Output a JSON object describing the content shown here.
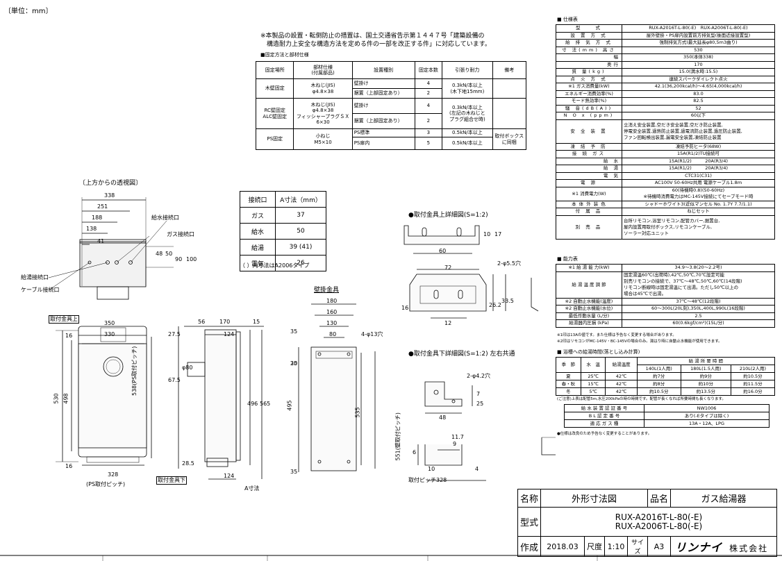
{
  "unit_label": "〔単位：mm〕",
  "notice": [
    "※本製品の設置・転倒防止の措置は、国土交通省告示第１４４７号「建築設備の",
    "構造耐力上安全な構造方法を定める件の一部を改正する件」に対応しています。"
  ],
  "fixing": {
    "heading": "■固定方法と部材仕様",
    "headers": [
      "固定場所",
      "部材仕様\n(付属部品)",
      "設置種別",
      "固定本数",
      "引張り耐力",
      "備考"
    ],
    "rows": [
      [
        "木壁固定",
        "木ねじ(JIS)\nφ4.8×38",
        "壁掛け",
        "4",
        "0.3kN/本以上\n(木下地15mm)",
        ""
      ],
      [
        "",
        "",
        "据置（上部固定あり）",
        "2",
        "",
        ""
      ],
      [
        "RC壁固定\nALC壁固定",
        "木ねじ(JIS)\nφ4.8×38\nフィッシャープラグＳＸ\n6×30",
        "壁掛け",
        "4",
        "0.3kN/本以上\n(左記の木ねじと\nプラグ組合せ時)",
        ""
      ],
      [
        "",
        "",
        "据置（上部固定あり）",
        "2",
        "",
        ""
      ],
      [
        "PS固定",
        "小ねじ\nM5×10",
        "PS標準",
        "3",
        "0.5kN/本以上",
        "取付ボックス\nに同梱"
      ],
      [
        "",
        "",
        "PS扉内",
        "5",
        "0.5kN/本以上",
        ""
      ]
    ]
  },
  "connection": {
    "headers": [
      "接続口",
      "A寸法（mm）"
    ],
    "rows": [
      [
        "ガス",
        "37"
      ],
      [
        "給水",
        "50"
      ],
      [
        "給湯",
        "39 (41)"
      ],
      [
        "電気",
        "26"
      ]
    ],
    "note": "（ ）内寸法はA2006タイプ"
  },
  "top_view": {
    "title": "〔上方からの透視図〕",
    "dims": [
      "338",
      "251",
      "188",
      "138",
      "41",
      "48",
      "50",
      "90",
      "100"
    ],
    "labels": [
      "給水接続口",
      "ガス接続口",
      "給湯接続口",
      "ケーブル接続口"
    ]
  },
  "front_view": {
    "label_top": "取付金具上",
    "label_bottom": "取付金具下",
    "pitch_label": "(PS取付ピッチ)",
    "dims": [
      "350",
      "330",
      "16",
      "530",
      "498",
      "538(PS取付ピッチ)",
      "16",
      "328",
      "56",
      "170",
      "15",
      "27.5",
      "124",
      "φ80",
      "67.5",
      "496",
      "565",
      "28.5",
      "124",
      "35",
      "35",
      "25",
      "495",
      "A寸法"
    ]
  },
  "bracket_view": {
    "title": "壁掛金具",
    "dims": [
      "180",
      "160",
      "130",
      "80",
      "4-φ13穴",
      "535",
      "551(壁取付ピッチ)",
      "30"
    ]
  },
  "upper_detail": {
    "title": "●取付金具上詳細図(S=1:2)",
    "dims": [
      "60",
      "10",
      "17",
      "2-φ5.5穴",
      "72",
      "26.2",
      "33.5",
      "16",
      "12"
    ]
  },
  "lower_detail": {
    "title": "●取付金具下詳細図(S=1:2) 左右共通",
    "dims": [
      "2-φ4.2穴",
      "7",
      "25",
      "48",
      "11.7",
      "9",
      "6",
      "10",
      "4",
      "取付ピッチ328"
    ]
  },
  "spec": {
    "heading": "■ 仕様表",
    "rows": [
      [
        "型　　式",
        "RUX-A2016T-L-80(-E)　RUX-A2006T-L-80(-E)"
      ],
      [
        "設 置 方 式",
        "屋外壁掛・PS扉内設置前方排気型(後面近接設置型)"
      ],
      [
        "給 排 気 方 式",
        "強制排気方式(最大延長φ80,5m3曲り)"
      ],
      [
        "寸 法(mm) 高さ",
        "530"
      ],
      [
        "幅",
        "350(本体338)"
      ],
      [
        "奥行",
        "170"
      ],
      [
        "質 量(kg)",
        "15.0(満水時:15.5)"
      ],
      [
        "点 火 方 式",
        "連続スパークダイレクト点火"
      ],
      [
        "※1 ガス消費量(kW)",
        "42.1(36,200kcal/h)〜4.65(4,000kcal/h)"
      ],
      [
        "エネルギー消費効率(%)",
        "83.0"
      ],
      [
        "モード熱効率(%)",
        "82.5"
      ],
      [
        "騒 音(dB(A))",
        "52"
      ],
      [
        "N O x (ppm)",
        "60以下"
      ],
      [
        "安 全 装 置",
        "立消え安全装置,空だき安全装置,空だき防止装置,\n停電安全装置,過熱防止装置,過電流防止装置,過圧防止装置,\nファン回転検出装置,漏電安全装置,凍結防止装置"
      ],
      [
        "凍 結 予 防",
        "凍結予防ヒータ(68W)"
      ],
      [
        "接 続 ガス",
        "15A(R1/2)TU接続可"
      ],
      [
        "給 水",
        "15A(R1/2)　　　20A(R3/4)"
      ],
      [
        "給 湯",
        "15A(R1/2)　　　20A(R3/4)"
      ],
      [
        "電 気",
        "CTC31(C31)"
      ],
      [
        "電 源",
        "AC100V 50-60Hz共用 電源ケーブル1.8m"
      ],
      [
        "※1 消費電力(W)",
        "60(待機時0.8)(50-60Hz)\n※待機時消費電力はMC-145V接続にてセーブモード時"
      ],
      [
        "本 体 外 装 色",
        "シャドーホワイト3(近似マンセル No. 1.7Y 7.7/1.1)"
      ],
      [
        "付 属 品",
        "ねじセット"
      ],
      [
        "別 売 品",
        "台所リモコン,浴室リモコン,配管カバー,据置台,\n屋内設置用取付ボックス,リモコンケーブル,\nソーラー対応ユニット"
      ]
    ]
  },
  "performance": {
    "heading": "■ 能力表",
    "rows": [
      [
        "※1 給 湯 能 力(kW)",
        "34.9〜3.8(20〜2.2号)"
      ],
      [
        "給 湯 温 度 調 節",
        "固定湯温60℃(出荷時),42℃,50℃,70℃設定可能\n別売リモコンの接続で、37℃〜48℃,50℃,60℃(14段階)\nリモコン断線時は固定湯温にて出湯。ただし50℃以上の\n場合は45℃で出湯。"
      ],
      [
        "※2 自動止水機能(温度)",
        "37℃〜48℃(12段階)"
      ],
      [
        "※2 自動止水機能(水位)",
        "60〜300L(20L刻),350L,400L,990L(16段階)"
      ],
      [
        "最低作動水量 (L/分)",
        "2.5"
      ],
      [
        "給湯器内圧損 (kPa)",
        "60(0.6kgf/cm²)(15L/分)"
      ]
    ],
    "notes": [
      "※1印は13Aの値です。また仕様は予告なく変更する場合があります。",
      "※2印はリモコンがMC-145V・BC-145Vの場合のみ。湯はり時に自動止水機能が使用できます。"
    ]
  },
  "water": {
    "heading": "■ 浴槽への給湯時間(落とし込み計算)",
    "headers": [
      "季　節",
      "水　温",
      "給湯温度",
      "給 湯 所 要 時 間"
    ],
    "subheaders": [
      "140L(1人用)",
      "180L(1.5人用)",
      "210L(2人用)"
    ],
    "rows": [
      [
        "夏",
        "25℃",
        "42℃",
        "約7分",
        "約9分",
        "約10.5分"
      ],
      [
        "春・秋",
        "15℃",
        "42℃",
        "約8分",
        "約10分",
        "約11.5分"
      ],
      [
        "冬",
        "5℃",
        "42℃",
        "約10.5分",
        "約13.5分",
        "約16.0分"
      ]
    ],
    "note": "(ご注意)上表は配管5m,水圧200kPaの時の時間です。配管が長くなれば所要時間も長くなります。"
  },
  "misc": {
    "rows": [
      [
        "給 水 装 置 認 証 番 号",
        "NW1006"
      ],
      [
        "B L 認 定 番 号",
        "あり(-Eタイプは除く)"
      ],
      [
        "適 応 ガ ス 種",
        "13A・12A、LPG"
      ]
    ],
    "note": "●仕様は改良のため予告なく変更することがあります。"
  },
  "title_block": {
    "name_label": "名称",
    "name_value": "外形寸法図",
    "product_label": "品名",
    "product_value": "ガス給湯器",
    "model_label": "型式",
    "model_values": [
      "RUX-A2016T-L-80(-E)",
      "RUX-A2006T-L-80(-E)"
    ],
    "made_label": "作成",
    "made_value": "2018.03",
    "scale_label": "尺度",
    "scale_value": "1:10",
    "size_label": "サイズ",
    "size_value": "A3",
    "company_logo": "リンナイ",
    "company_suffix": "株式会社"
  }
}
